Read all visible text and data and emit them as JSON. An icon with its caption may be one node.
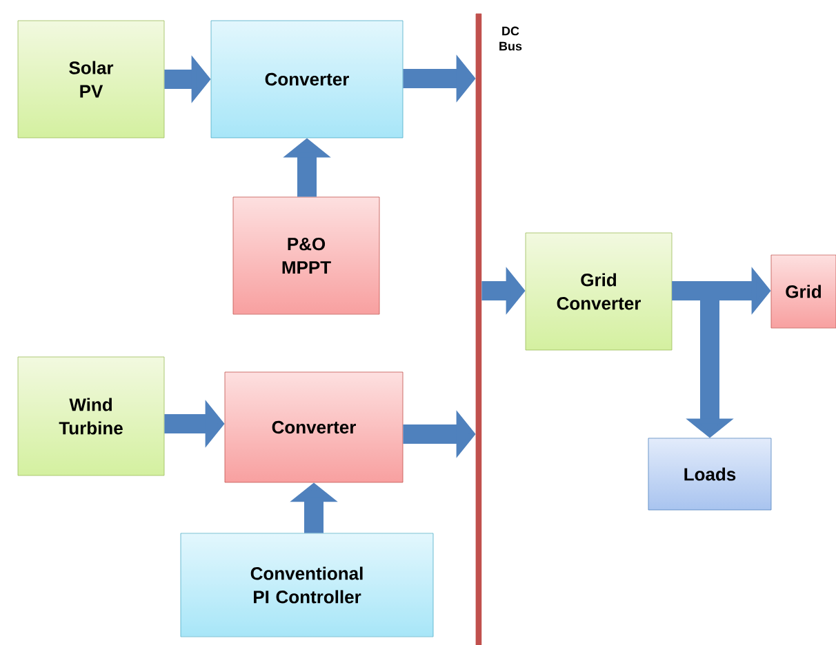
{
  "diagram": {
    "nodes": [
      {
        "text": [
          "Solar PV"
        ]
      },
      {
        "text": [
          "Converter"
        ]
      },
      {
        "text": [
          "P&O MPPT"
        ]
      },
      {
        "text": [
          "DC Bus"
        ]
      },
      {
        "text": [
          "Grid Converter"
        ]
      },
      {
        "text": [
          "Grid"
        ]
      },
      {
        "text": [
          "Loads"
        ]
      },
      {
        "text": [
          "Wind Turbine"
        ]
      },
      {
        "text": [
          "Converter"
        ]
      },
      {
        "text": [
          "Conventional PI Controller"
        ]
      }
    ],
    "edges": [
      {
        "from": 0,
        "to": 1,
        "arrow": "to"
      },
      {
        "from": 1,
        "to": 3,
        "arrow": "to"
      },
      {
        "from": 2,
        "to": 1,
        "arrow": "to"
      },
      {
        "from": 3,
        "to": 4,
        "arrow": "to"
      },
      {
        "from": 4,
        "to": 5,
        "arrow": "to"
      },
      {
        "from": 4,
        "to": 6,
        "arrow": "to"
      },
      {
        "from": 7,
        "to": 8,
        "arrow": "to"
      },
      {
        "from": 8,
        "to": 3,
        "arrow": "to"
      },
      {
        "from": 9,
        "to": 8,
        "arrow": "to"
      }
    ]
  }
}
